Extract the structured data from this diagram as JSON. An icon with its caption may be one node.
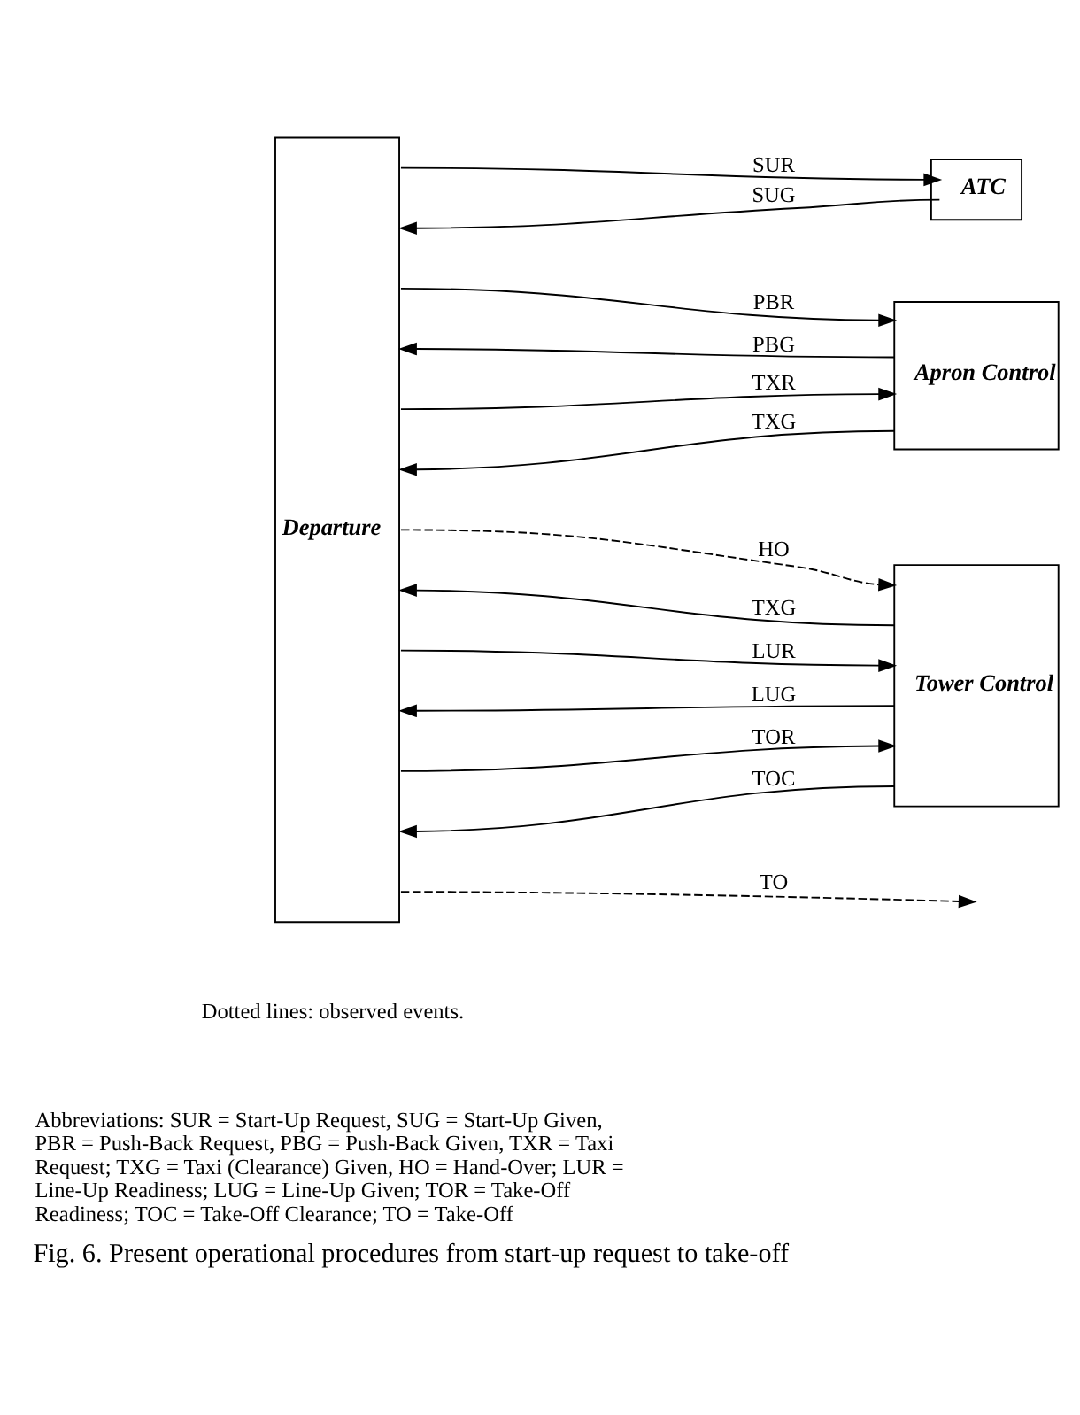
{
  "diagram": {
    "caption": "Fig. 6. Present operational procedures from start-up request to take-off",
    "nodes": [
      {
        "text": [
          "Departure"
        ]
      },
      {
        "text": [
          "ATC"
        ]
      },
      {
        "text": [
          "Apron Control"
        ]
      },
      {
        "text": [
          "Tower Control"
        ]
      }
    ],
    "edges": [
      {
        "from": 0,
        "to": 1,
        "arrow": "to",
        "label": "SUR"
      },
      {
        "from": 1,
        "to": 0,
        "arrow": "to",
        "label": "SUG"
      },
      {
        "from": 0,
        "to": 2,
        "arrow": "to",
        "label": "PBR"
      },
      {
        "from": 2,
        "to": 0,
        "arrow": "to",
        "label": "PBG"
      },
      {
        "from": 0,
        "to": 2,
        "arrow": "to",
        "label": "TXR"
      },
      {
        "from": 2,
        "to": 0,
        "arrow": "to",
        "label": "TXG"
      },
      {
        "from": 0,
        "to": 3,
        "arrow": "to",
        "label": "HO",
        "style": "dashed"
      },
      {
        "from": 3,
        "to": 0,
        "arrow": "to",
        "label": "TXG"
      },
      {
        "from": 0,
        "to": 3,
        "arrow": "to",
        "label": "LUR"
      },
      {
        "from": 3,
        "to": 0,
        "arrow": "to",
        "label": "LUG"
      },
      {
        "from": 0,
        "to": 3,
        "arrow": "to",
        "label": "TOR"
      },
      {
        "from": 3,
        "to": 0,
        "arrow": "to",
        "label": "TOC"
      },
      {
        "from": 0,
        "to": null,
        "arrow": "to",
        "label": "TO",
        "style": "dashed"
      }
    ],
    "labels": [
      "Dotted lines: observed events.",
      "Abbreviations: SUR = Start-Up Request, SUG = Start-Up Given, PBR = Push-Back Request, PBG = Push-Back Given, TXR = Taxi Request; TXG = Taxi (Clearance) Given, HO = Hand-Over; LUR = Line-Up Readiness; LUG = Line-Up Given; TOR = Take-Off Readiness; TOC = Take-Off Clearance; TO = Take-Off"
    ]
  }
}
